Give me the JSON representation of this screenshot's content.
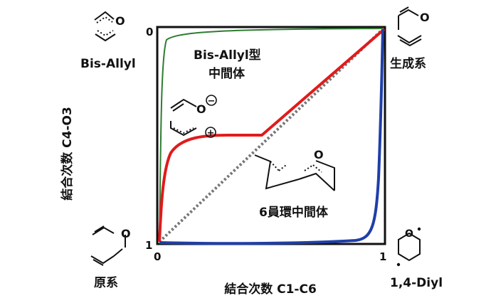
{
  "labels": {
    "tick_0_top": "0",
    "tick_1_left": "1",
    "tick_0_bottom": "0",
    "tick_1_right": "1",
    "y_axis": "結合次数 C4-O3",
    "x_axis": "結合次数 C1-C6",
    "corner_top_left": "Bis-Allyl",
    "corner_top_right": "生成系",
    "corner_bottom_left": "原系",
    "corner_bottom_right": "1,4-Diyl",
    "region_bis_allyl_line1": "Bis-Allyl型",
    "region_bis_allyl_line2": "中間体",
    "region_six_ring": "6員環中間体"
  },
  "legend_symbols": {
    "minus": "−",
    "plus": "+",
    "oxygen": "O"
  },
  "colors": {
    "green_curve": "#2e7d32",
    "red_curve": "#e01b1b",
    "blue_curve": "#1f3fa8",
    "diagonal": "#777777",
    "frame": "#111111"
  }
}
